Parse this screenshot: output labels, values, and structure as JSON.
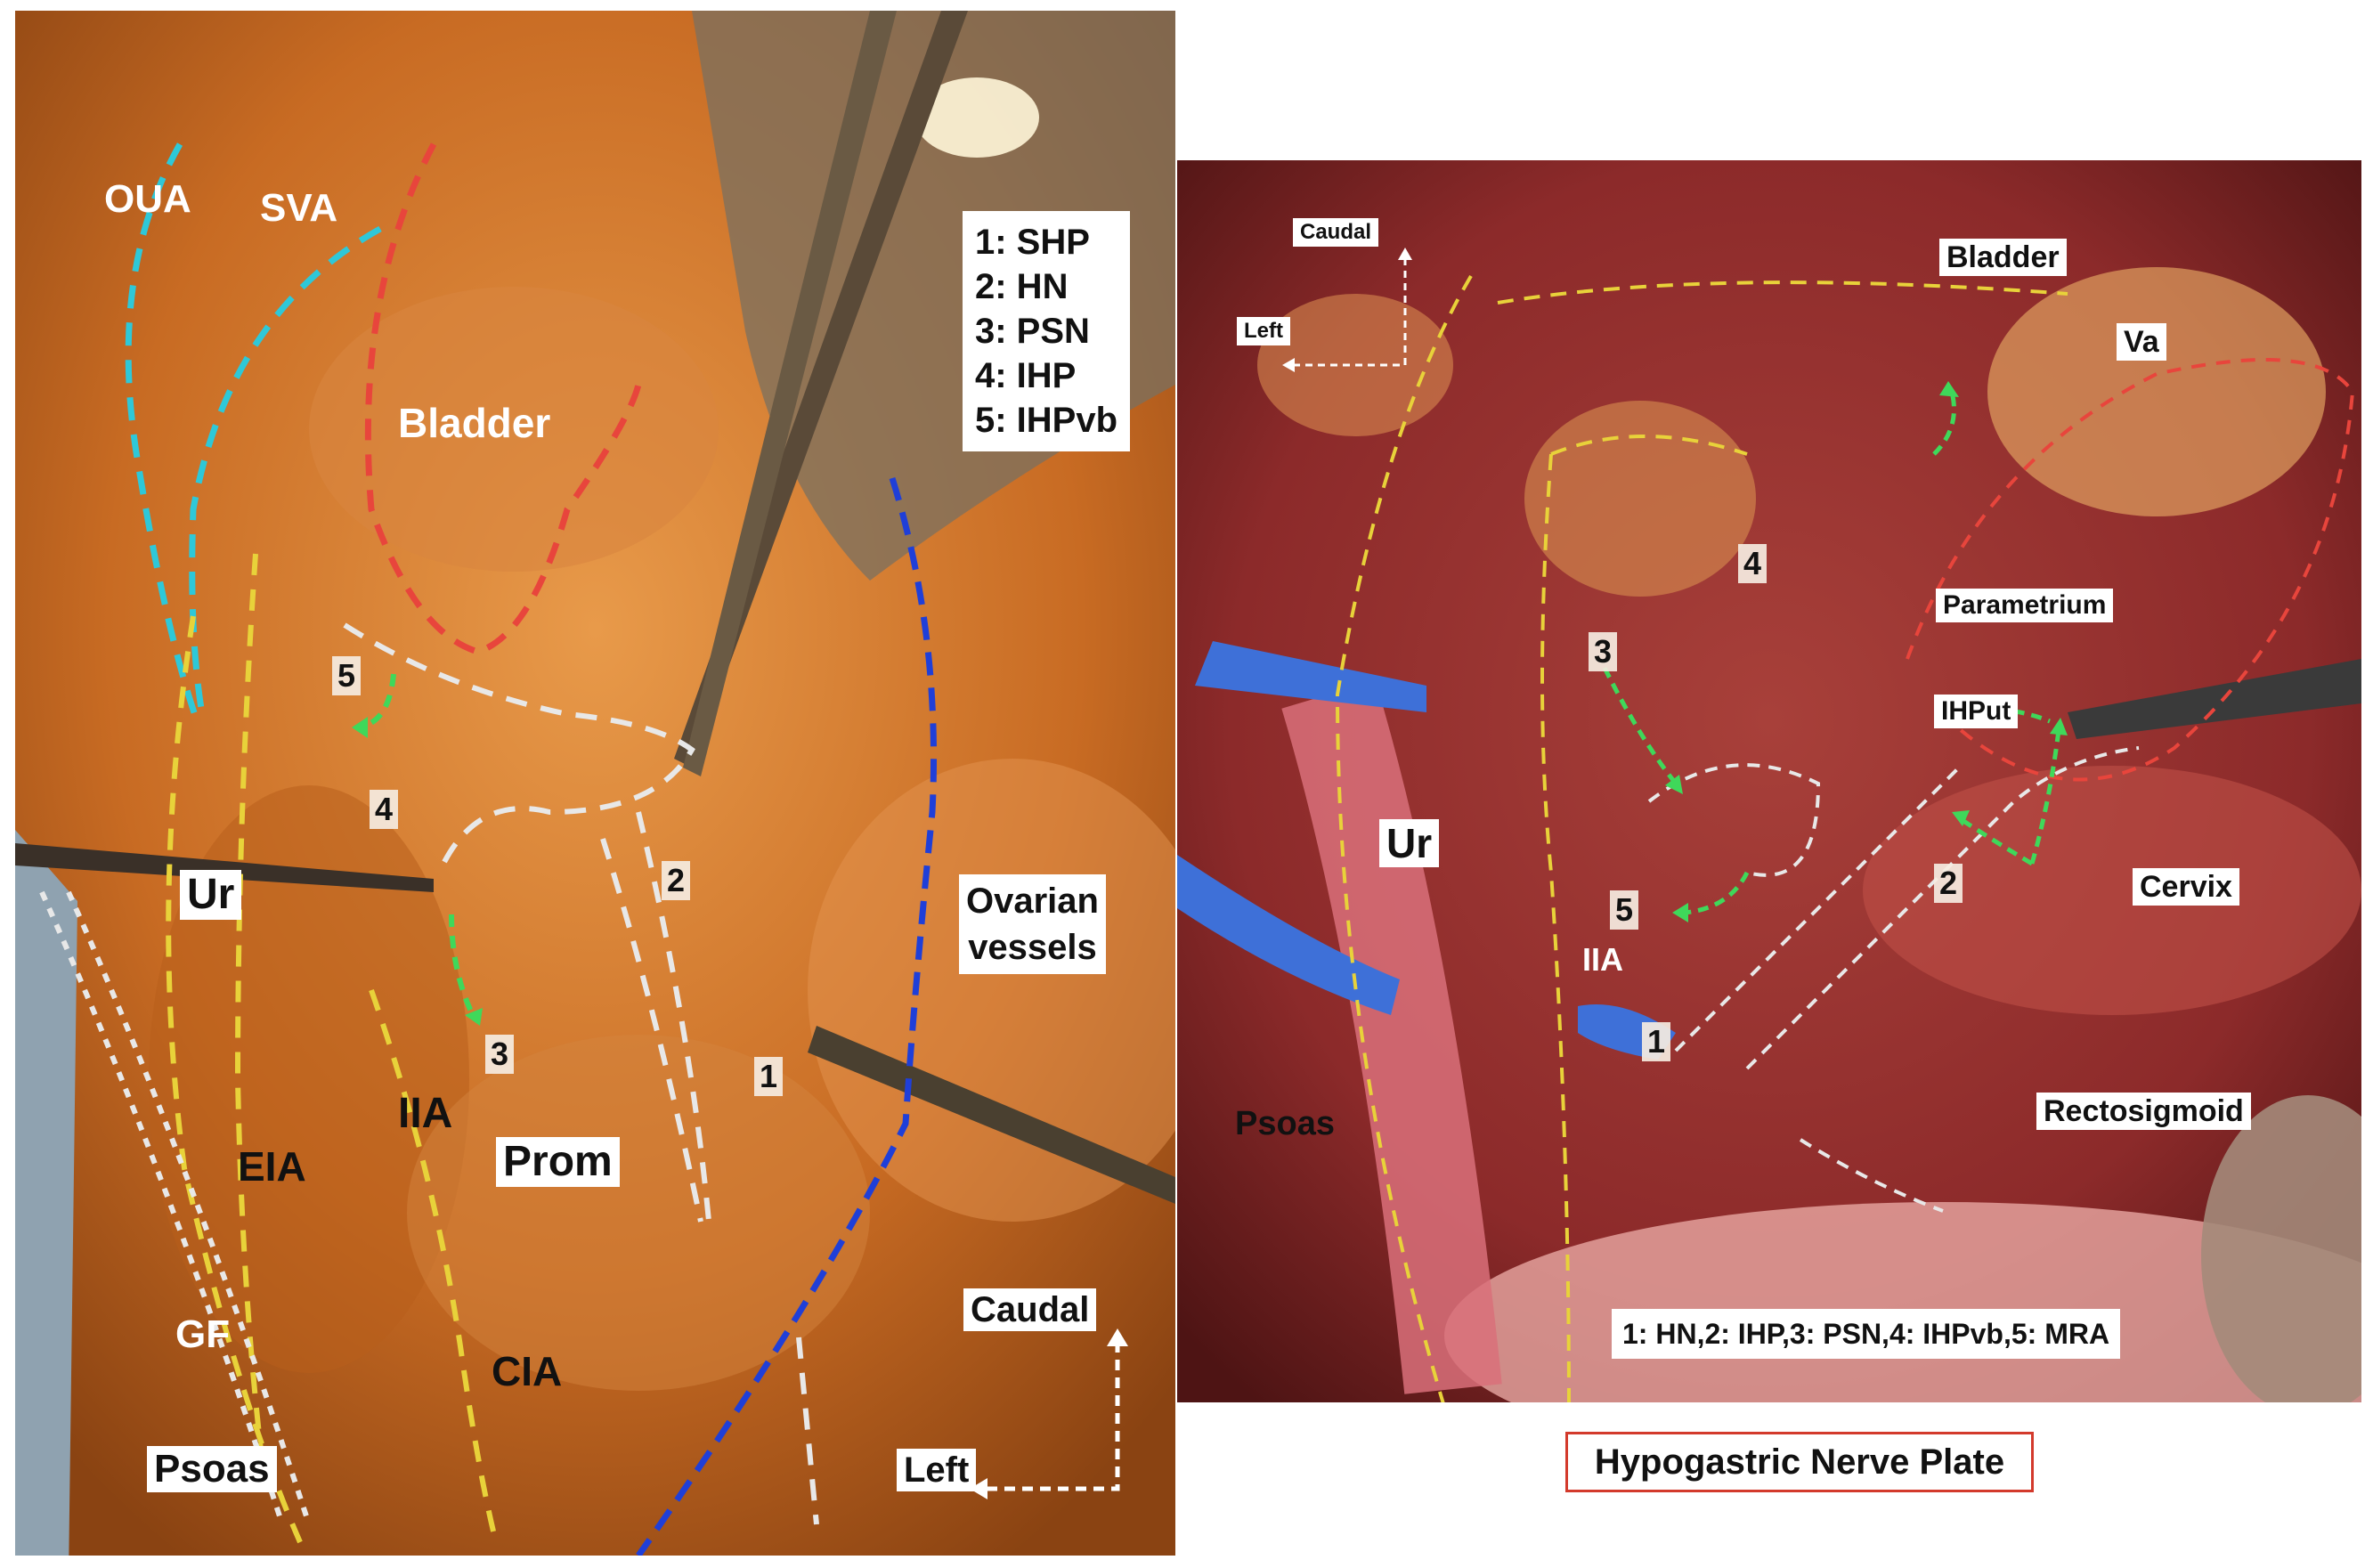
{
  "left_photo": {
    "labels": {
      "oua": "OUA",
      "sva": "SVA",
      "bladder": "Bladder",
      "ur": "Ur",
      "iia": "IIA",
      "eia": "EIA",
      "prom": "Prom",
      "cia": "CIA",
      "gf": "GF",
      "psoas": "Psoas",
      "ovarian_vessels_line1": "Ovarian",
      "ovarian_vessels_line2": "vessels",
      "caudal": "Caudal",
      "left": "Left"
    },
    "markers": [
      "5",
      "4",
      "2",
      "3",
      "1"
    ],
    "legend": [
      "1: SHP",
      "2: HN",
      "3: PSN",
      "4: IHP",
      "5: IHPvb"
    ]
  },
  "right_photo": {
    "labels": {
      "caudal": "Caudal",
      "left": "Left",
      "bladder": "Bladder",
      "va": "Va",
      "parametrium": "Parametrium",
      "ihput": "IHPut",
      "ur": "Ur",
      "iia": "IIA",
      "cervix": "Cervix",
      "psoas": "Psoas",
      "rectosigmoid": "Rectosigmoid"
    },
    "markers": [
      "4",
      "3",
      "2",
      "5",
      "1"
    ],
    "legend": "1: HN,2: IHP,3: PSN,4: IHPvb,5: MRA"
  },
  "caption": "Hypogastric Nerve Plate",
  "colors": {
    "left_tissue": "#c86b23",
    "right_tissue": "#8c2a2a",
    "cyan_dash": "#2ec8d8",
    "red_dash": "#e8453c",
    "yellow_dash": "#e8d23a",
    "white_dash": "#e8e8e8",
    "blue_dash": "#1f3fd8",
    "green_arrow": "#3fd85a",
    "caption_border": "#d33a2c"
  }
}
